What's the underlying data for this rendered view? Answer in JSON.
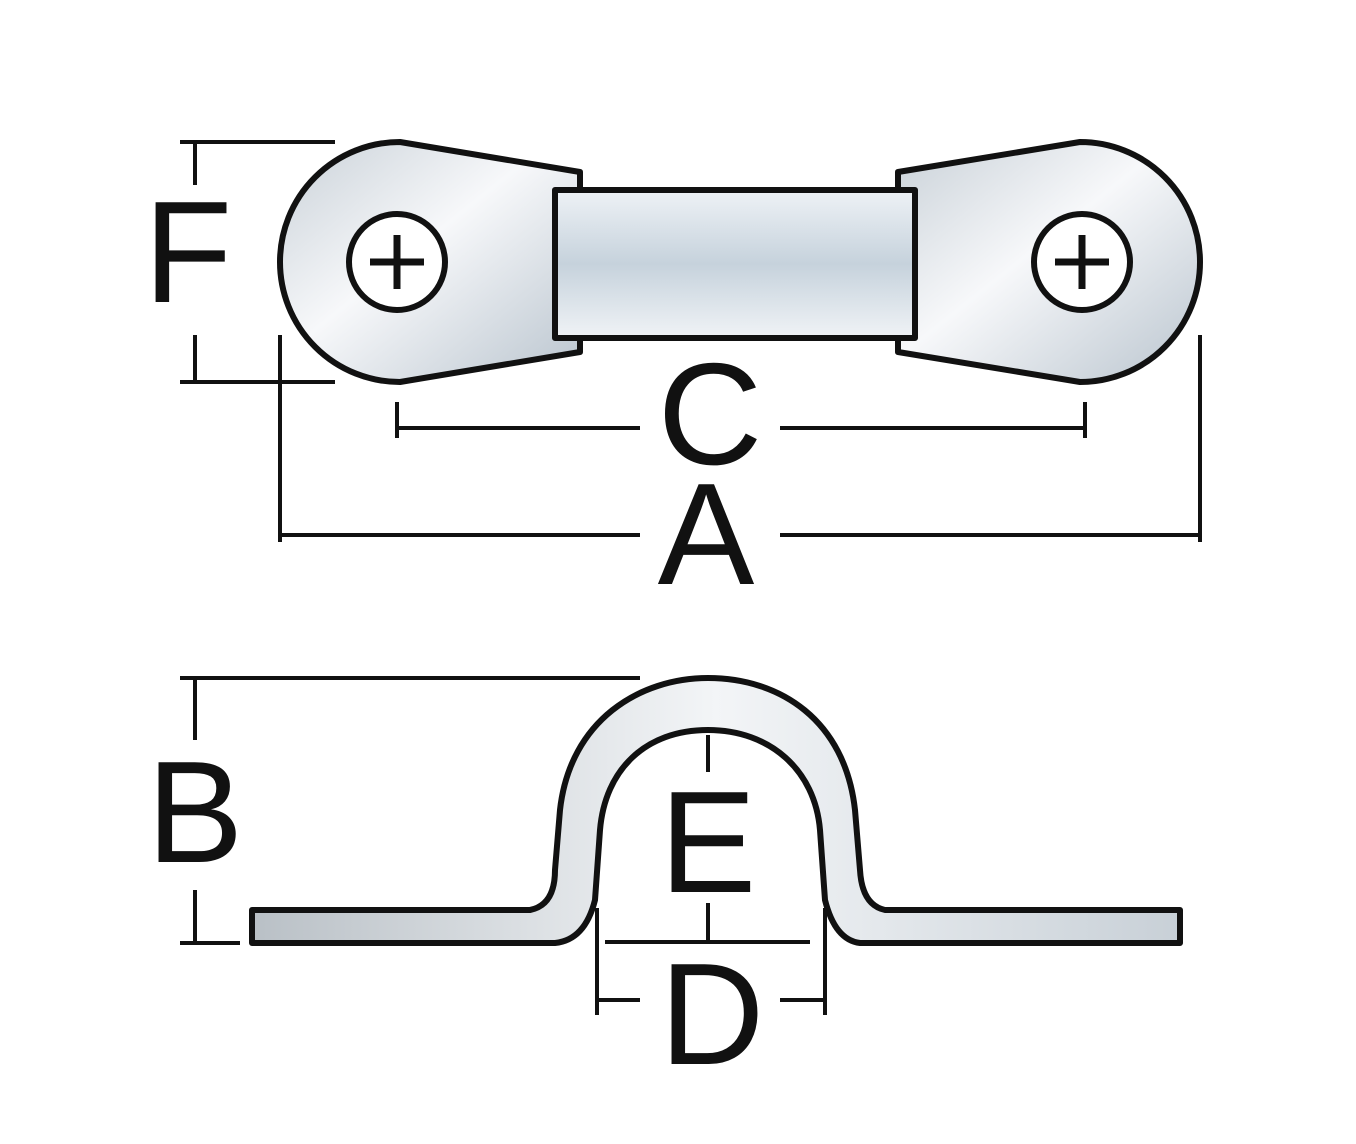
{
  "diagram": {
    "labels": {
      "A": "A",
      "B": "B",
      "C": "C",
      "D": "D",
      "E": "E",
      "F": "F"
    },
    "colors": {
      "outline": "#111111",
      "metal_light": "#f4f6f8",
      "metal_mid": "#c9d3dc",
      "background": "#ffffff"
    }
  }
}
